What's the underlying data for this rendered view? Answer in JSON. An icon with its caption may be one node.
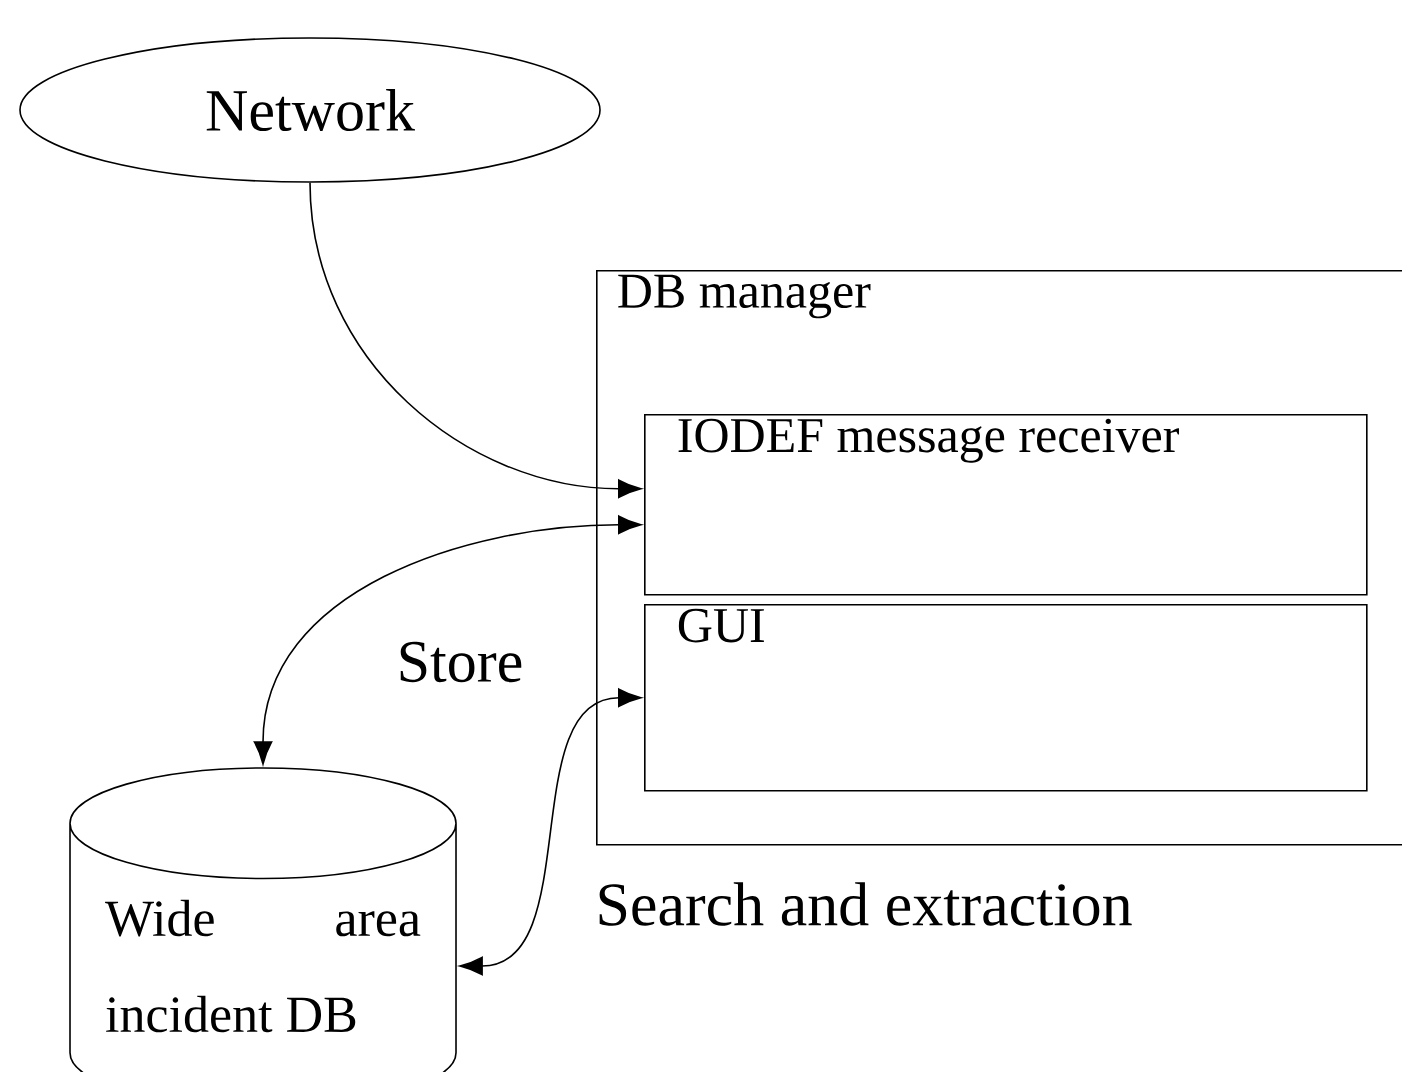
{
  "diagram": {
    "nodes": [
      {
        "text": [
          "Network"
        ]
      },
      {
        "text": [
          "DB manager"
        ]
      },
      {
        "text": [
          "IODEF message receiver"
        ],
        "in": 1
      },
      {
        "text": [
          "GUI"
        ],
        "in": 1
      },
      {
        "text": [
          "Wide area incident DB"
        ]
      }
    ],
    "edges": [
      {
        "from": 0,
        "to": 2,
        "arrow": "to"
      },
      {
        "from": 2,
        "to": 4,
        "arrow": "both",
        "label": "Store"
      },
      {
        "from": 3,
        "to": 4,
        "arrow": "both",
        "label": "Search and extraction"
      }
    ]
  }
}
